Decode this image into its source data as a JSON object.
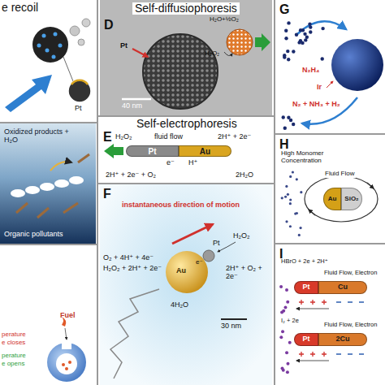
{
  "diagram": {
    "nodes": [
      {
        "text": [
          "e recoil"
        ]
      },
      {
        "text": [
          "Self-diffusiophoresis",
          "D"
        ]
      },
      {
        "text": [
          "Self-electrophoresis",
          "E"
        ]
      },
      {
        "text": [
          "F"
        ]
      },
      {
        "text": [
          "G"
        ]
      },
      {
        "text": [
          "H"
        ]
      },
      {
        "text": [
          "I"
        ]
      },
      {
        "text": [
          "Pt"
        ],
        "in": 2
      },
      {
        "text": [
          "Au"
        ],
        "in": 2
      },
      {
        "text": [
          "Au"
        ],
        "in": 5
      },
      {
        "text": [
          "SiO₂"
        ],
        "in": 5
      },
      {
        "text": [
          "Pt"
        ],
        "in": 6
      },
      {
        "text": [
          "Cu"
        ],
        "in": 6
      },
      {
        "text": [
          "Pt"
        ],
        "in": 6
      },
      {
        "text": [
          "2Cu"
        ],
        "in": 6
      }
    ],
    "labels": [
      "Pt",
      "Oxidized products + H₂O",
      "Organic pollutants",
      "Fuel",
      "perature",
      "e closes",
      "perature",
      "e opens",
      "Pt",
      "H₂O+½O₂",
      "H₂O₂",
      "40 nm",
      "H₂O₂",
      "fluid flow",
      "2H⁺ + 2e⁻",
      "e⁻",
      "H⁺",
      "2H⁺ + 2e⁻ + O₂",
      "2H₂O",
      "instantaneous direction of motion",
      "H₂O₂",
      "2H⁺ + O₂ + 2e⁻",
      "O₂ + 4H⁺ + 4e⁻",
      "H₂O₂ + 2H⁺ + 2e⁻",
      "4H₂O",
      "Au",
      "e⁻",
      "Pt",
      "30 nm",
      "N₂H₄",
      "Ir",
      "N₂ + NH₃ + H₂",
      "High Monomer Concentration",
      "Fluid Flow",
      "HBrO + 2e + 2H⁺",
      "Fluid Flow, Electron",
      "I₂ + 2e",
      "Fluid Flow, Electron"
    ]
  }
}
